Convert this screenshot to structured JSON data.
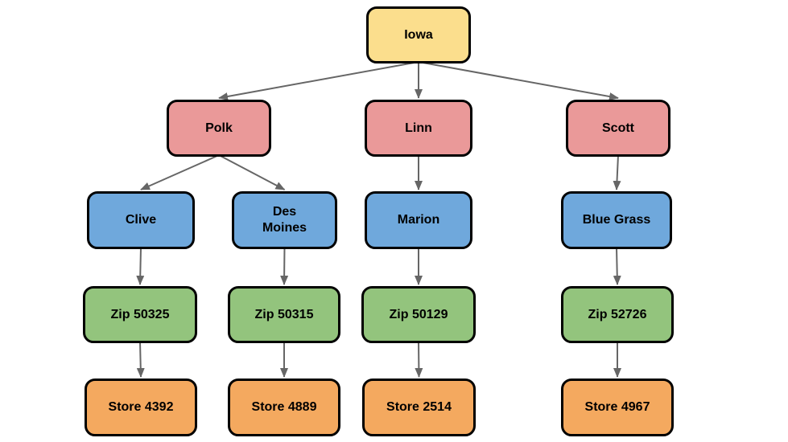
{
  "diagram": {
    "background_color": "#ffffff",
    "arrow_color": "#666666",
    "node_border_color": "#000000",
    "node_text_color": "#000000",
    "level_colors": {
      "state": "#FBDE8D",
      "county": "#EA9999",
      "city": "#6FA8DC",
      "zip": "#93C47D",
      "store": "#F4A95F"
    },
    "nodes": [
      {
        "id": "iowa",
        "label": "Iowa",
        "level": "state",
        "color": "#FBDE8D"
      },
      {
        "id": "polk",
        "label": "Polk",
        "level": "county",
        "color": "#EA9999"
      },
      {
        "id": "linn",
        "label": "Linn",
        "level": "county",
        "color": "#EA9999"
      },
      {
        "id": "scott",
        "label": "Scott",
        "level": "county",
        "color": "#EA9999"
      },
      {
        "id": "clive",
        "label": "Clive",
        "level": "city",
        "color": "#6FA8DC"
      },
      {
        "id": "des-moines",
        "label": "Des Moines",
        "level": "city",
        "color": "#6FA8DC"
      },
      {
        "id": "marion",
        "label": "Marion",
        "level": "city",
        "color": "#6FA8DC"
      },
      {
        "id": "blue-grass",
        "label": "Blue Grass",
        "level": "city",
        "color": "#6FA8DC"
      },
      {
        "id": "zip-50325",
        "label": "Zip 50325",
        "level": "zip",
        "color": "#93C47D"
      },
      {
        "id": "zip-50315",
        "label": "Zip 50315",
        "level": "zip",
        "color": "#93C47D"
      },
      {
        "id": "zip-50129",
        "label": "Zip 50129",
        "level": "zip",
        "color": "#93C47D"
      },
      {
        "id": "zip-52726",
        "label": "Zip 52726",
        "level": "zip",
        "color": "#93C47D"
      },
      {
        "id": "store-4392",
        "label": "Store 4392",
        "level": "store",
        "color": "#F4A95F"
      },
      {
        "id": "store-4889",
        "label": "Store 4889",
        "level": "store",
        "color": "#F4A95F"
      },
      {
        "id": "store-2514",
        "label": "Store 2514",
        "level": "store",
        "color": "#F4A95F"
      },
      {
        "id": "store-4967",
        "label": "Store 4967",
        "level": "store",
        "color": "#F4A95F"
      }
    ],
    "edges": [
      [
        "iowa",
        "polk"
      ],
      [
        "iowa",
        "linn"
      ],
      [
        "iowa",
        "scott"
      ],
      [
        "polk",
        "clive"
      ],
      [
        "polk",
        "des-moines"
      ],
      [
        "linn",
        "marion"
      ],
      [
        "scott",
        "blue-grass"
      ],
      [
        "clive",
        "zip-50325"
      ],
      [
        "des-moines",
        "zip-50315"
      ],
      [
        "marion",
        "zip-50129"
      ],
      [
        "blue-grass",
        "zip-52726"
      ],
      [
        "zip-50325",
        "store-4392"
      ],
      [
        "zip-50315",
        "store-4889"
      ],
      [
        "zip-50129",
        "store-2514"
      ],
      [
        "zip-52726",
        "store-4967"
      ]
    ]
  }
}
